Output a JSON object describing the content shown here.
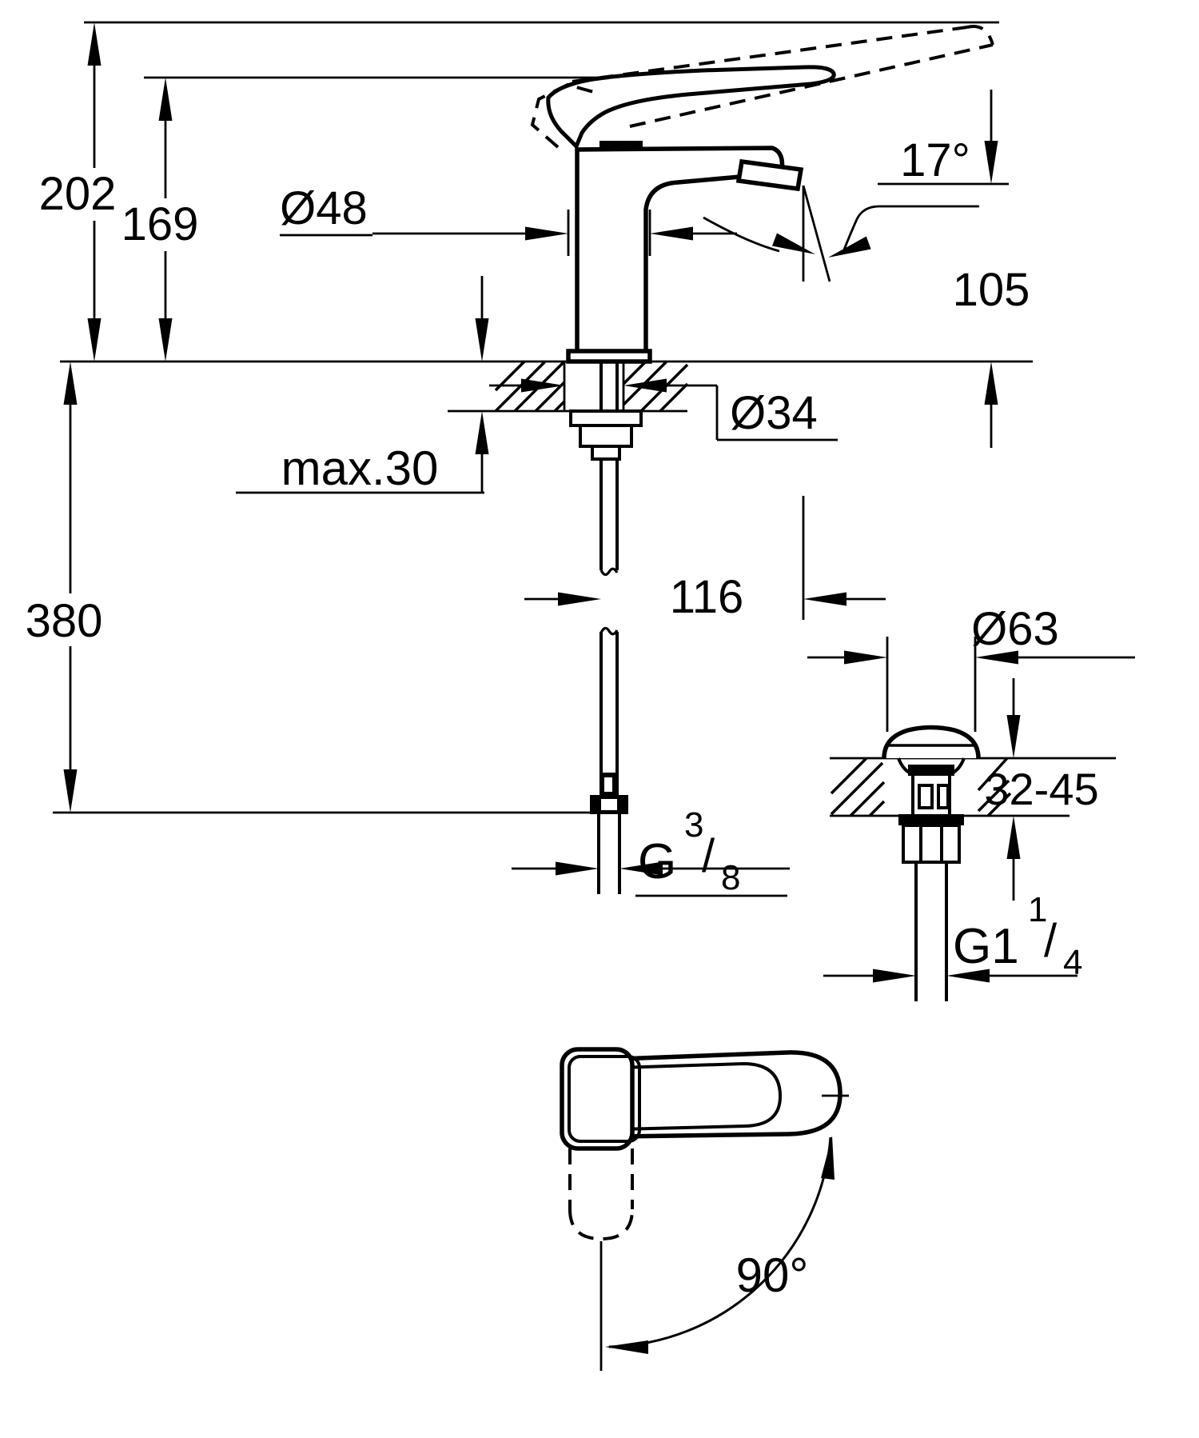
{
  "drawing": {
    "kind": "faucet installation dimension drawing",
    "units": "mm",
    "line_color": "#000000",
    "background": "#ffffff"
  },
  "dims": {
    "total_height": "202",
    "body_height": "169",
    "body_diameter": "Ø48",
    "spray_angle": "17°",
    "spout_height": "105",
    "hole_diameter": "Ø34",
    "deck_thickness": "max.30",
    "hose_length": "380",
    "spout_projection": "116",
    "waste_flange_diameter": "Ø63",
    "waste_deck_range": "32-45",
    "swivel_angle": "90°",
    "supply_thread": {
      "main": "G",
      "sup": "3",
      "slash": "/",
      "sub": "8"
    },
    "waste_thread": {
      "main": "G1",
      "sup": "1",
      "slash": "/",
      "sub": "4"
    }
  }
}
